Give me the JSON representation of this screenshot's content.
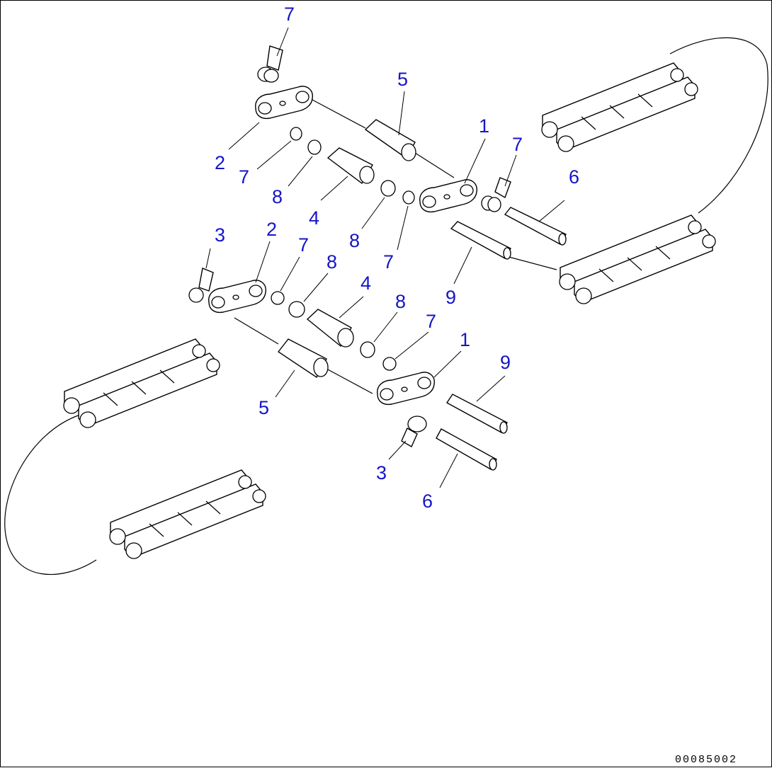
{
  "drawing_code": "00085002",
  "callouts": [
    {
      "id": "c7a",
      "text": "7"
    },
    {
      "id": "c5a",
      "text": "5"
    },
    {
      "id": "c1a",
      "text": "1"
    },
    {
      "id": "c7b",
      "text": "7"
    },
    {
      "id": "c2a",
      "text": "2"
    },
    {
      "id": "c7c",
      "text": "7"
    },
    {
      "id": "c8a",
      "text": "8"
    },
    {
      "id": "c4a",
      "text": "4"
    },
    {
      "id": "c8b",
      "text": "8"
    },
    {
      "id": "c7d",
      "text": "7"
    },
    {
      "id": "c6a",
      "text": "6"
    },
    {
      "id": "c3a",
      "text": "3"
    },
    {
      "id": "c2b",
      "text": "2"
    },
    {
      "id": "c7e",
      "text": "7"
    },
    {
      "id": "c8c",
      "text": "8"
    },
    {
      "id": "c4b",
      "text": "4"
    },
    {
      "id": "c9a",
      "text": "9"
    },
    {
      "id": "c8d",
      "text": "8"
    },
    {
      "id": "c7f",
      "text": "7"
    },
    {
      "id": "c1b",
      "text": "1"
    },
    {
      "id": "c9b",
      "text": "9"
    },
    {
      "id": "c5b",
      "text": "5"
    },
    {
      "id": "c3b",
      "text": "3"
    },
    {
      "id": "c6b",
      "text": "6"
    }
  ]
}
